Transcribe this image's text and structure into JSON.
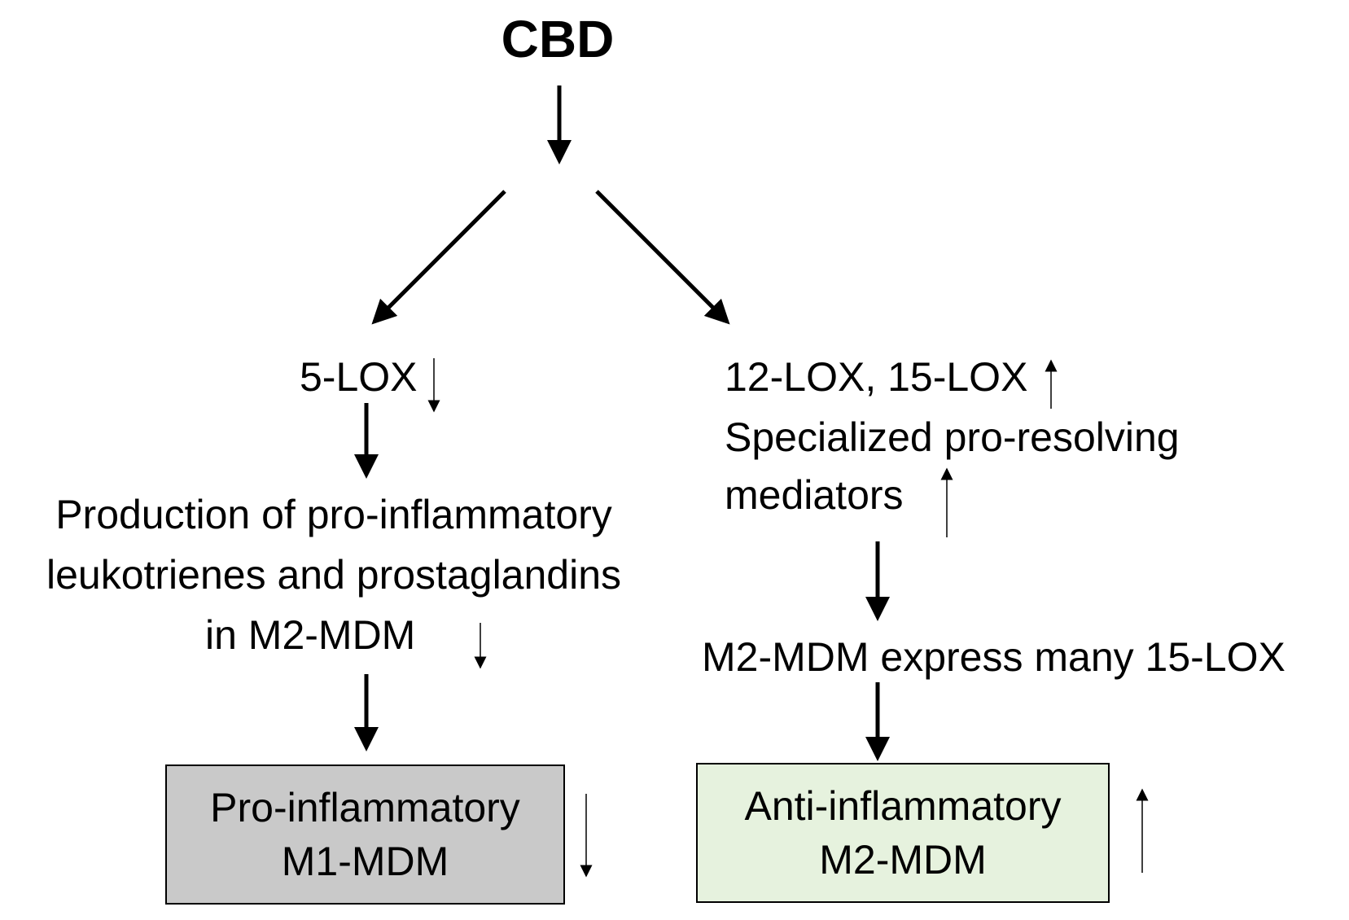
{
  "root": {
    "label": "CBD"
  },
  "left_branch": {
    "enzyme": "5-LOX",
    "effect_lines": [
      "Production of pro-inflammatory",
      "leukotrienes and prostaglandins",
      "in M2-MDM"
    ],
    "outcome_lines": [
      "Pro-inflammatory",
      "M1-MDM"
    ],
    "direction": "decrease"
  },
  "right_branch": {
    "enzymes": "12-LOX, 15-LOX",
    "mediator_lines": [
      "Specialized pro-resolving",
      "mediators"
    ],
    "expression": "M2-MDM express many 15-LOX",
    "outcome_lines": [
      "Anti-inflammatory",
      "M2-MDM"
    ],
    "direction": "increase"
  },
  "colors": {
    "arrow": "#000000",
    "pro_box_fill": "#c9c9c9",
    "anti_box_fill": "#e6f2de",
    "text": "#000000"
  }
}
